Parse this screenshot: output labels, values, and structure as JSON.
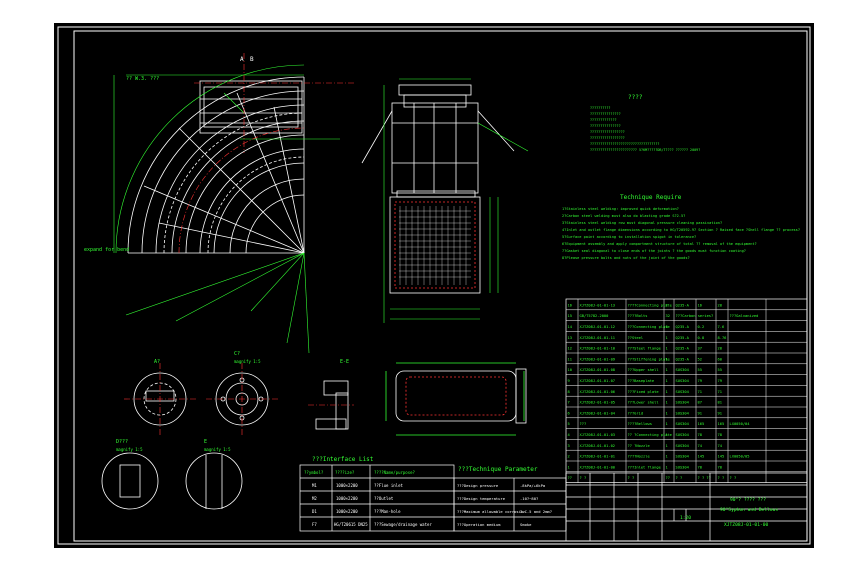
{
  "views": {
    "section_a": "A",
    "section_b": "B",
    "section_e": "E-E",
    "detail_a": "A?",
    "detail_c": "C?",
    "detail_d": "D???",
    "detail_e": "E",
    "elbow_note": "?? W.3. ???",
    "elbow_label": "expand for bend",
    "detail_c_scale": "magnify 1:5",
    "detail_d_scale": "magnify 1:5",
    "detail_e_scale": "magnify 1:5"
  },
  "notes_title": "????",
  "notes": [
    "??????????",
    "???????????????",
    "?????????????",
    "???????????????",
    "?????????????????",
    "?????????????????",
    "??????????????????????????????????",
    "??????????????????????? 5?KM?????DB/T???? ?????? 2009?"
  ],
  "tech_title": "Technique Require",
  "tech": [
    "1?Stainless steel welding: improved quick deformation?",
    "2?Carbon steel welding must also do blasting grade S?2.5?",
    "3?Stainless steel welding row must diagonal pressure cleaning passivation?",
    "4?Inlet and outlet flange dimensions according to HG/T20592-97 Section ? Raised face ?Shell flange ?? process?",
    "5?Surface paint according to installation spigot in tolerance?",
    "6?Equipment assembly and apply compartment structure of total ?? removal of the equipment?",
    "7?Gasket seal diagonal to close ends of the joints ? the goods must function coating?",
    "8?Please pressure bolts and nuts of the joint of the goods?"
  ],
  "interface": {
    "title": "???Interface List",
    "headers": [
      "??ymbol?",
      "????ize?",
      "????Name/purpose?"
    ],
    "rows": [
      [
        "M1",
        "1000×2200",
        "??Flue inlet"
      ],
      [
        "M2",
        "1000×2200",
        "??Outlet"
      ],
      [
        "D1",
        "1000×2200",
        "???Man-hole"
      ],
      [
        "F7",
        "HG/T20615 DN25",
        "???Sewage/drainage water"
      ]
    ]
  },
  "parameters": {
    "title": "???Technique Parameter",
    "rows": [
      [
        "???Design pressure",
        "-8kPa/+6kPa"
      ],
      [
        "???Design temperature",
        "-10?~80?"
      ],
      [
        "???Maximum allowable corrosion",
        "?-C-5 and 2mm?"
      ],
      [
        "???Operation medium",
        "Smoke"
      ]
    ]
  },
  "bom": [
    [
      "16",
      "XJTZ08J-01-01-13",
      "????Connecting plate",
      "2",
      "Q235-A",
      "16",
      "28",
      ""
    ],
    [
      "15",
      "GB/T5782-2000",
      "????Bolts",
      "32",
      "???Carbon series?",
      "",
      "",
      "???Galvanized"
    ],
    [
      "14",
      "XJTZ08J-01-01-12",
      "???Connecting plate",
      "4",
      "Q235-A",
      "0.2",
      "7.6",
      ""
    ],
    [
      "13",
      "XJTZ08J-01-01-11",
      "??Steel",
      "1",
      "Q235-A",
      "0.8",
      "8.76",
      ""
    ],
    [
      "12",
      "XJTZ08J-01-01-10",
      "???Steel flange",
      "1",
      "Q235-A",
      "37",
      "28",
      ""
    ],
    [
      "11",
      "XJTZ08J-01-01-09",
      "???Stiffening plate",
      "1",
      "Q235-A",
      "52",
      "60",
      ""
    ],
    [
      "10",
      "XJTZ08J-01-01-08",
      "???Upper shell",
      "1",
      "SUS304",
      "55",
      "55",
      ""
    ],
    [
      "9",
      "XJTZ08J-01-01-07",
      "???Baseplate",
      "1",
      "SUS304",
      "79",
      "79",
      ""
    ],
    [
      "8",
      "XJTZ08J-01-01-06",
      "???Fixed plate",
      "1",
      "SUS304",
      "71",
      "71",
      ""
    ],
    [
      "7",
      "XJTZ08J-01-01-05",
      "???Lower shell",
      "1",
      "SUS304",
      "87",
      "81",
      ""
    ],
    [
      "6",
      "XJTZ08J-01-01-04",
      "???Grid",
      "1",
      "SUS304",
      "91",
      "91",
      ""
    ],
    [
      "5",
      "???",
      "????Bellows",
      "1",
      "SUS304",
      "165",
      "165",
      "LX0050/04"
    ],
    [
      "4",
      "XJTZ08J-01-01-03",
      "?? ?Connecting plate",
      "1",
      "SUS304",
      "78",
      "78",
      ""
    ],
    [
      "3",
      "XJTZ08J-01-01-02",
      "?? ?Nozzle",
      "1",
      "SUS304",
      "74",
      "74",
      ""
    ],
    [
      "2",
      "XJTZ08J-01-01-01",
      "????Nozzle",
      "1",
      "SUS304",
      "145",
      "145",
      "LX0050/05"
    ],
    [
      "1",
      "XJTZ08J-01-01-00",
      "???Inlet flange",
      "1",
      "SUS304",
      "78",
      "78",
      ""
    ],
    [
      "??",
      "? ?",
      "? ?",
      "??",
      "? ?",
      "? ? ??",
      "? ?",
      "? ?"
    ]
  ],
  "title_block": {
    "name_cn": "90°? ???? ???",
    "name_en": "90°Syphon and Bellows",
    "drawing_no": "XJTZ08J-01-01-00",
    "scale": "1:20"
  },
  "colors": {
    "paper": "#000000",
    "border": "#ffffff",
    "geometry": "#ffffff",
    "text": "#33ff33",
    "dims": "#33ff33",
    "centerline": "#ff3333",
    "accent": "#ffff33"
  }
}
